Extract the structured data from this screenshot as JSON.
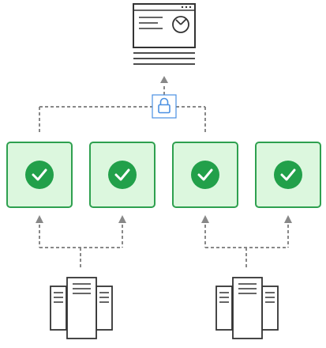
{
  "diagram": {
    "dashboard": {
      "icon": "dashboard-window-icon"
    },
    "connector": {
      "icon": "lock-icon"
    },
    "verified_nodes": [
      {
        "icon": "checkmark-icon",
        "status": "verified"
      },
      {
        "icon": "checkmark-icon",
        "status": "verified"
      },
      {
        "icon": "checkmark-icon",
        "status": "verified"
      },
      {
        "icon": "checkmark-icon",
        "status": "verified"
      }
    ],
    "server_groups": [
      {
        "icon": "server-stack-icon"
      },
      {
        "icon": "server-stack-icon"
      }
    ],
    "colors": {
      "node_fill": "#dcf7de",
      "node_border": "#2ea04f",
      "check_circle": "#22a04a",
      "line": "#888888",
      "lock_border": "#4a90e2",
      "icon_stroke": "#333333"
    }
  }
}
